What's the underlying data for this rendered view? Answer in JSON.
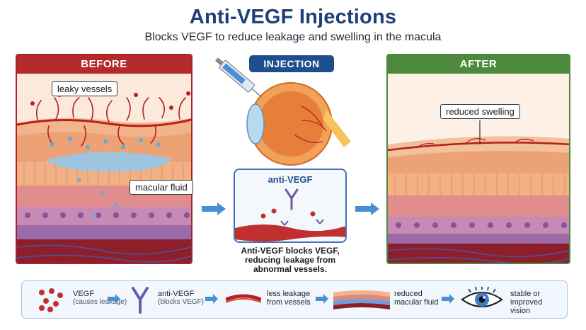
{
  "header": {
    "title": "Anti-VEGF Injections",
    "subtitle": "Blocks VEGF to reduce leakage and swelling in the macula"
  },
  "panels": {
    "before": {
      "label": "BEFORE",
      "callout_top": "leaky vessels",
      "callout_bottom": "macular fluid"
    },
    "injection": {
      "label": "INJECTION",
      "inset_label": "anti-VEGF",
      "caption": "Anti-VEGF blocks VEGF, reducing leakage from abnormal vessels."
    },
    "after": {
      "label": "AFTER",
      "callout": "reduced swelling"
    }
  },
  "legend": {
    "items": [
      {
        "label": "VEGF",
        "sub": "(causes leakage)",
        "icon": "vegf-dots-icon"
      },
      {
        "label": "anti-VEGF",
        "sub": "(blocks VEGF)",
        "icon": "antibody-icon"
      },
      {
        "label": "less leakage from vessels",
        "sub": "",
        "icon": "vessel-icon"
      },
      {
        "label": "reduced macular fluid",
        "sub": "",
        "icon": "retina-layers-icon"
      },
      {
        "label": "stable or improved vision",
        "sub": "",
        "icon": "eye-icon"
      }
    ]
  },
  "colors": {
    "before": "#b42a2a",
    "injection": "#1f4e8f",
    "after": "#4e8a3e",
    "vessel": "#b81f1f",
    "fluid": "#6fb6e6",
    "arrow": "#4a8fd6"
  }
}
